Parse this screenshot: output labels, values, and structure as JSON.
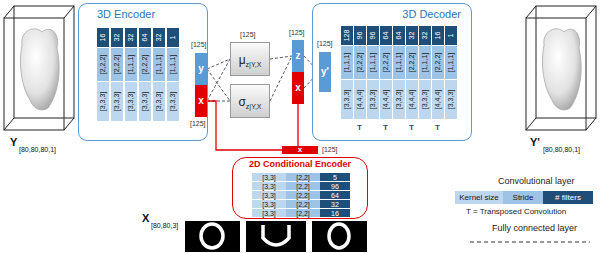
{
  "diagram": {
    "nodes": [
      {
        "text": [
          "3D Encoder"
        ]
      },
      {
        "text": [
          "[3,3,3]",
          "[2,2,2]",
          "16"
        ],
        "in": 0
      },
      {
        "text": [
          "[3,3,3]",
          "[2,2,2]",
          "32"
        ],
        "in": 0
      },
      {
        "text": [
          "[3,3,3]",
          "[1,1,1]",
          "32"
        ],
        "in": 0
      },
      {
        "text": [
          "[3,3,3]",
          "[2,2,2]",
          "64"
        ],
        "in": 0
      },
      {
        "text": [
          "[3,3,3]",
          "[1,1,1]",
          "32"
        ],
        "in": 0
      },
      {
        "text": [
          "[3,3,3]",
          "[1,1,1]",
          "1"
        ],
        "in": 0
      },
      {
        "text": [
          "y"
        ],
        "in": 0
      },
      {
        "text": [
          "x"
        ],
        "in": 0
      },
      {
        "text": [
          "μ",
          "z|Y,X"
        ]
      },
      {
        "text": [
          "σ",
          "z|Y,X"
        ]
      },
      {
        "text": [
          "z"
        ]
      },
      {
        "text": [
          "x"
        ]
      },
      {
        "text": [
          "3D Decoder"
        ]
      },
      {
        "text": [
          "y'"
        ],
        "in": 13
      },
      {
        "text": [
          "[3,3,3]",
          "[1,1,1]",
          "128"
        ],
        "in": 13
      },
      {
        "text": [
          "[4,4,4]",
          "[2,2,2]",
          "96"
        ],
        "in": 13
      },
      {
        "text": [
          "[3,3,3]",
          "[1,1,1]",
          "96"
        ],
        "in": 13
      },
      {
        "text": [
          "[4,4,4]",
          "[2,2,2]",
          "64"
        ],
        "in": 13
      },
      {
        "text": [
          "[3,3,3]",
          "[1,1,1]",
          "64"
        ],
        "in": 13
      },
      {
        "text": [
          "[4,4,4]",
          "[2,2,2]",
          "32"
        ],
        "in": 13
      },
      {
        "text": [
          "[3,3,3]",
          "[1,1,1]",
          "32"
        ],
        "in": 13
      },
      {
        "text": [
          "[4,4,4]",
          "[2,2,2]",
          "16"
        ],
        "in": 13
      },
      {
        "text": [
          "[3,3,3]",
          "[1,1,1]",
          "1"
        ],
        "in": 13
      },
      {
        "text": [
          "x"
        ]
      },
      {
        "text": [
          "2D Conditional Encoder"
        ]
      },
      {
        "text": [
          "[3,3]",
          "[2,2]",
          "5"
        ],
        "in": 25
      },
      {
        "text": [
          "[3,3]",
          "[2,2]",
          "96"
        ],
        "in": 25
      },
      {
        "text": [
          "[3,3]",
          "[2,2]",
          "64"
        ],
        "in": 25
      },
      {
        "text": [
          "[3,3]",
          "[2,2]",
          "32"
        ],
        "in": 25
      },
      {
        "text": [
          "[3,3]",
          "[2,2]",
          "16"
        ],
        "in": 25
      }
    ],
    "edges": [
      {
        "from": 7,
        "to": 9,
        "arrow": "none"
      },
      {
        "from": 7,
        "to": 10,
        "arrow": "none"
      },
      {
        "from": 8,
        "to": 9,
        "arrow": "none"
      },
      {
        "from": 8,
        "to": 10,
        "arrow": "none"
      },
      {
        "from": 9,
        "to": 11,
        "arrow": "none"
      },
      {
        "from": 10,
        "to": 11,
        "arrow": "none"
      },
      {
        "from": 11,
        "to": 14,
        "arrow": "none"
      },
      {
        "from": 12,
        "to": 14,
        "arrow": "none"
      },
      {
        "from": 24,
        "to": 8,
        "arrow": "none"
      },
      {
        "from": 24,
        "to": 12,
        "arrow": "none"
      }
    ],
    "labels": [
      "Y",
      "[80,80,80,1]",
      "Y'",
      "[80,80,80,1]",
      "[125]",
      "[125]",
      "[125]",
      "[125]",
      "[125]",
      "[125]",
      "T",
      "T",
      "T",
      "T",
      "X",
      "[80,80,3]",
      "Convolutional layer",
      "T = Transposed Convolution"
    ],
    "legend": [
      {
        "text": "Kernel size",
        "color": "#bdd7ee"
      },
      {
        "text": "Stride",
        "color": "#9dc3e6"
      },
      {
        "text": "# filters",
        "color": "#1f4e79"
      },
      {
        "text": "Fully connected layer"
      }
    ]
  }
}
